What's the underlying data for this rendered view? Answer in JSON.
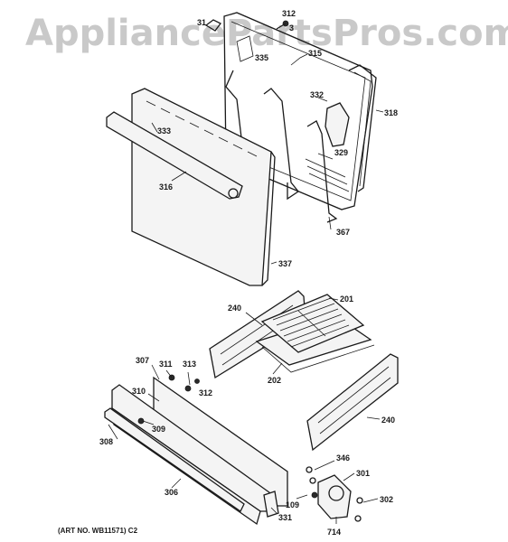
{
  "watermark": "AppliancePartsPros.com",
  "caption": "(ART NO. WB11571) C2",
  "labels": {
    "p312a": "312",
    "p31x": "31",
    "p335": "335",
    "p315": "315",
    "p318": "318",
    "p332": "332",
    "p333": "333",
    "p329": "329",
    "p316": "316",
    "p367": "367",
    "p337": "337",
    "p240a": "240",
    "p201": "201",
    "p202": "202",
    "p307": "307",
    "p311": "311",
    "p313": "313",
    "p312b": "312",
    "p310": "310",
    "p309": "309",
    "p240b": "240",
    "p308": "308",
    "p346": "346",
    "p301": "301",
    "p306": "306",
    "p109": "109",
    "p302": "302",
    "p331": "331",
    "p714": "714",
    "p3a": "3"
  }
}
